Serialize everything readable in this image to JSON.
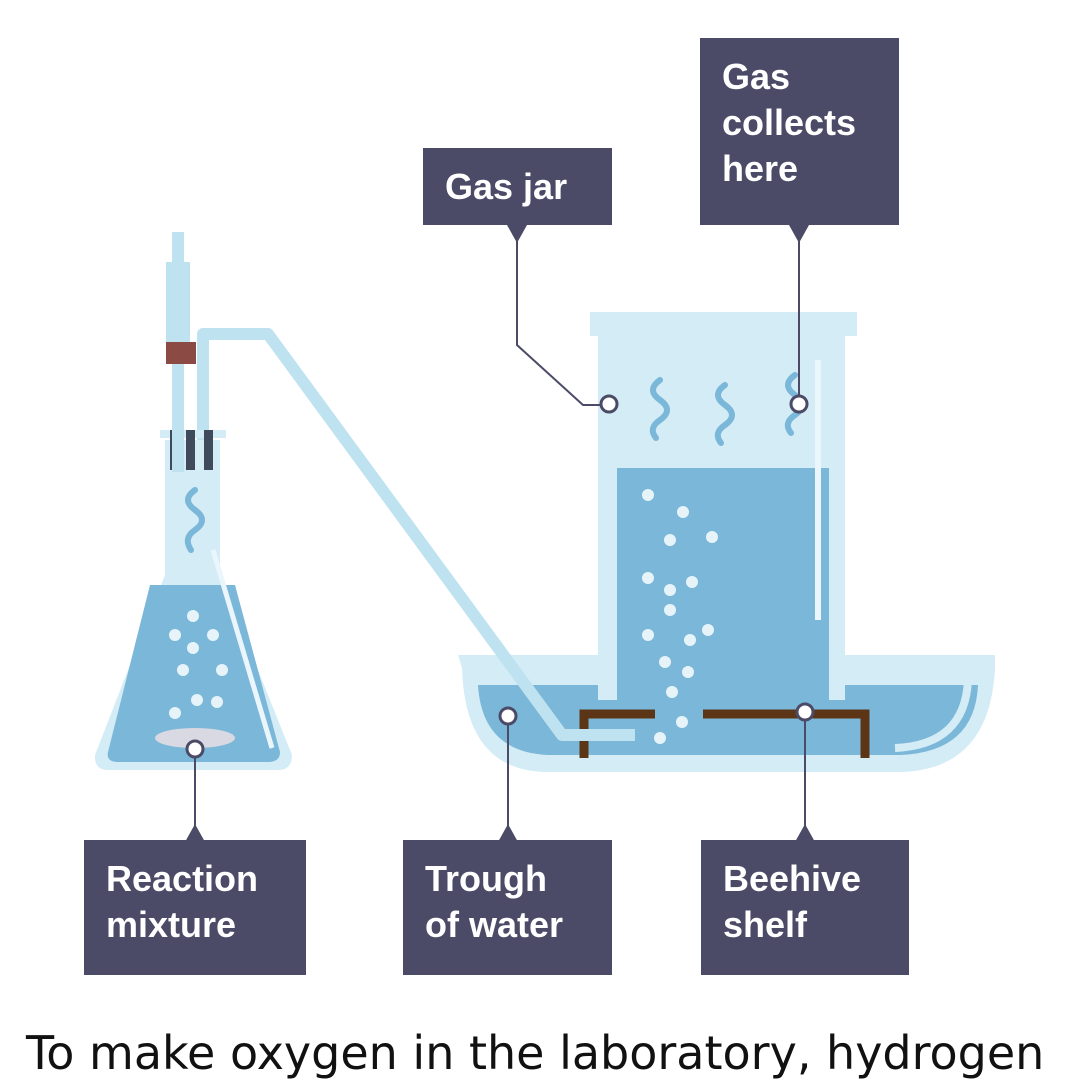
{
  "labels": {
    "gas_jar": "Gas jar",
    "gas_collects": "Gas\ncollects\nhere",
    "reaction_mixture": "Reaction\nmixture",
    "trough": "Trough\nof water",
    "beehive": "Beehive\nshelf"
  },
  "caption": "To make oxygen in the laboratory, hydrogen",
  "colors": {
    "glass": "#d3ecf6",
    "liquid": "#7bb7d8",
    "tube": "#bfe2f1",
    "label": "#4b4b68",
    "shelf": "#5b3516",
    "stopper": "#3f4a5c",
    "tap": "#8b4a44"
  }
}
